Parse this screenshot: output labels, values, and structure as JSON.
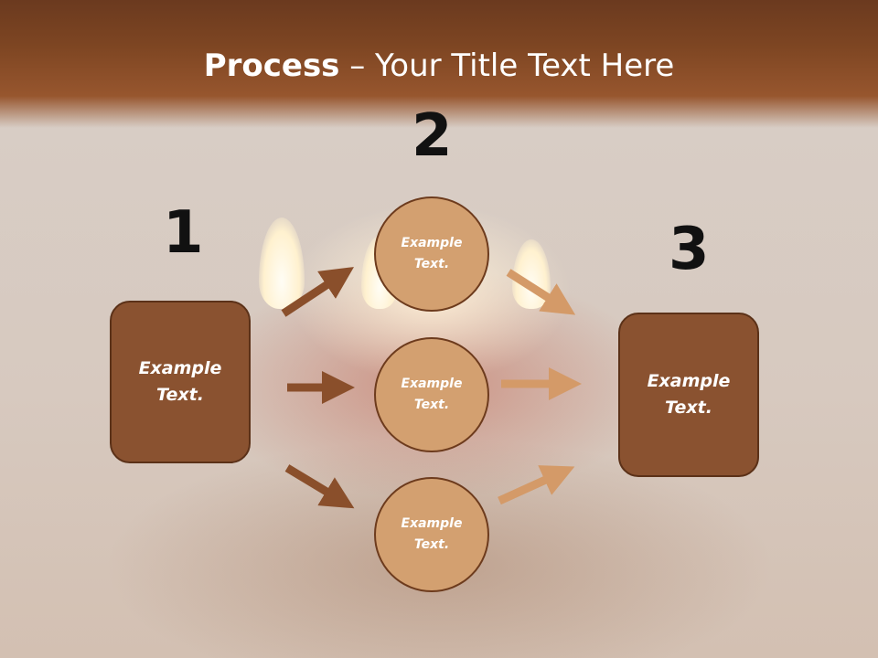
{
  "title": {
    "bold": "Process",
    "rest": " – Your Title Text Here"
  },
  "steps": [
    {
      "number": "1",
      "text": "Example Text."
    },
    {
      "number": "2",
      "text": "Example Text."
    },
    {
      "number": "3",
      "text": "Example Text."
    }
  ],
  "circles": [
    {
      "text": "Example Text."
    },
    {
      "text": "Example Text."
    },
    {
      "text": "Example Text."
    }
  ],
  "colors": {
    "header": "#7d4522",
    "box_fill": "#8a5230",
    "circle_fill": "#d3a070",
    "arrow_dark": "#8a4f2b",
    "arrow_light": "#d49a68"
  }
}
